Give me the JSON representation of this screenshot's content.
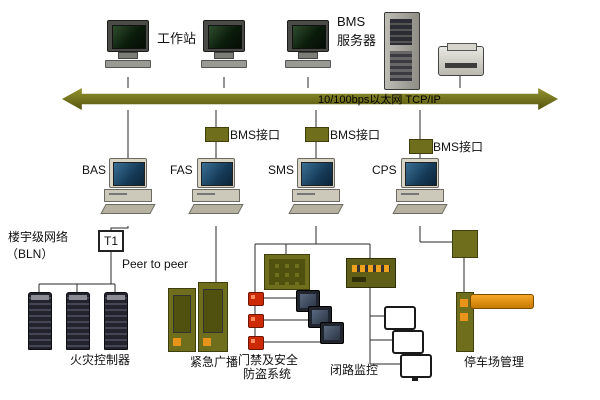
{
  "colors": {
    "olive": "#6e6e1d",
    "accent_orange": "#e8941a",
    "alarm_red": "#cc2a05"
  },
  "bus": {
    "label": "10/100bps以太网  TCP/IP"
  },
  "top": {
    "workstation_label": "工作站",
    "bms_server_label_line1": "BMS",
    "bms_server_label_line2": "服务器"
  },
  "interfaces": {
    "bms1": "BMS接口",
    "bms2": "BMS接口",
    "bms3": "BMS接口"
  },
  "subsystems": {
    "bas": "BAS",
    "fas": "FAS",
    "sms": "SMS",
    "cps": "CPS"
  },
  "left_network": {
    "name_line1": "楼宇级网络",
    "name_line2": "（BLN）",
    "t1_label": "T1",
    "peer_label": "Peer to peer"
  },
  "bottom_devices": {
    "fire_controller": "火灾控制器",
    "emergency_broadcast": "紧急广播",
    "access_security_line1": "门禁及安全",
    "access_security_line2": "防盗系统",
    "cctv": "闭路监控",
    "parking": "停车场管理"
  }
}
